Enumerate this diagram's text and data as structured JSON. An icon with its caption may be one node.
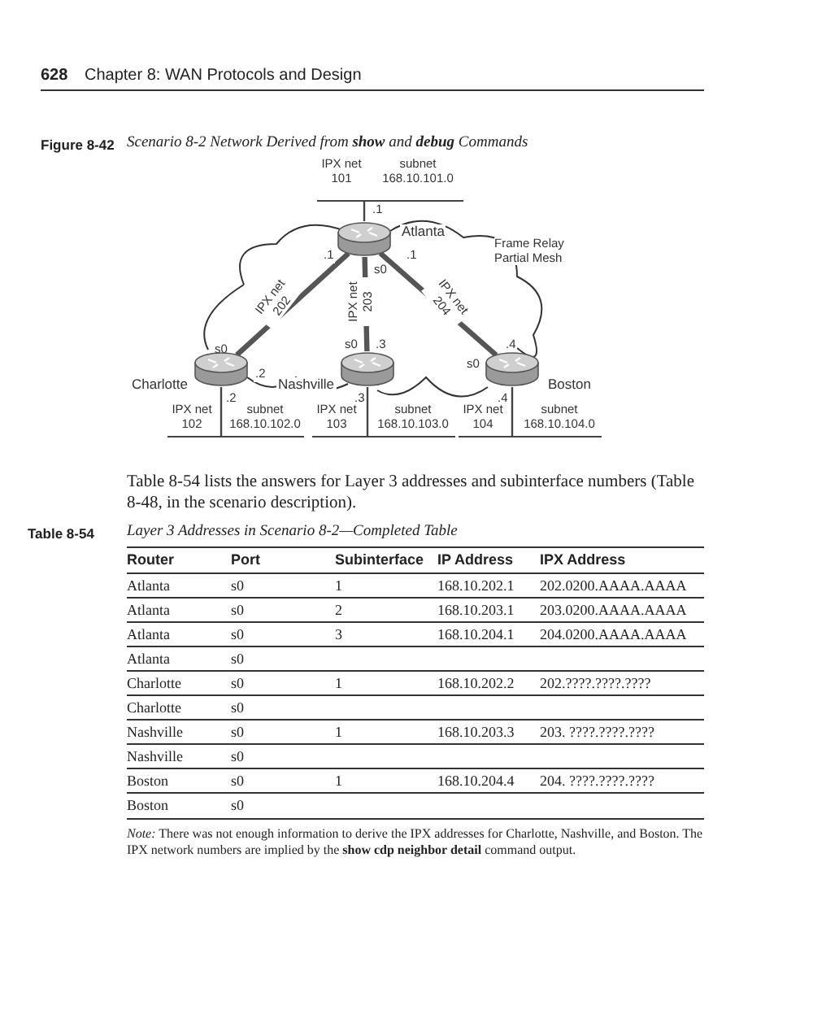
{
  "diagram": {
    "nodes": [
      {
        "text": [
          "IPX net 101",
          "subnet 168.10.101.0"
        ]
      },
      {
        "text": [
          "Atlanta"
        ]
      },
      {
        "text": [
          "Charlotte"
        ]
      },
      {
        "text": [
          "Nashville"
        ]
      },
      {
        "text": [
          "Boston"
        ]
      },
      {
        "text": [
          "IPX net 102",
          "subnet 168.10.102.0"
        ]
      },
      {
        "text": [
          "IPX net 103",
          "subnet 168.10.103.0"
        ]
      },
      {
        "text": [
          "IPX net 104",
          "subnet 168.10.104.0"
        ]
      }
    ],
    "edges": [
      {
        "from": 1,
        "to": 0,
        "arrow": "none"
      },
      {
        "from": 1,
        "to": 2,
        "arrow": "none",
        "label": "IPX net 202",
        "style": "thick"
      },
      {
        "from": 1,
        "to": 3,
        "arrow": "none",
        "label": "IPX net 203",
        "style": "thick"
      },
      {
        "from": 1,
        "to": 4,
        "arrow": "none",
        "label": "IPX net 204",
        "style": "thick"
      },
      {
        "from": 2,
        "to": 5,
        "arrow": "none"
      },
      {
        "from": 3,
        "to": 6,
        "arrow": "none"
      },
      {
        "from": 4,
        "to": 7,
        "arrow": "none"
      }
    ],
    "labels": [
      "628",
      "Chapter 8: WAN Protocols and Design",
      "Figure 8-42",
      "Scenario 8-2 Network Derived from **show** and **debug** Commands",
      ".1",
      "Frame Relay Partial Mesh",
      ".1",
      "s0",
      ".1",
      "s0",
      ".2",
      "s0",
      ".3",
      "s0",
      ".4",
      ".2",
      ".3",
      ".4",
      "Table 8-54 lists the answers for Layer 3 addresses and subinterface numbers (Table 8-48, in the scenario description).",
      "Table 8-54",
      "Layer 3 Addresses in Scenario 8-2—Completed Table",
      "Router",
      "Port",
      "Subinterface",
      "IP Address",
      "IPX Address",
      "Atlanta",
      "s0",
      "1",
      "168.10.202.1",
      "202.0200.AAAA.AAAA",
      "Atlanta",
      "s0",
      "2",
      "168.10.203.1",
      "203.0200.AAAA.AAAA",
      "Atlanta",
      "s0",
      "3",
      "168.10.204.1",
      "204.0200.AAAA.AAAA",
      "Atlanta",
      "s0",
      "Charlotte",
      "s0",
      "1",
      "168.10.202.2",
      "202.????.????.????",
      "Charlotte",
      "s0",
      "Nashville",
      "s0",
      "1",
      "168.10.203.3",
      "203. ????.????.????",
      "Nashville",
      "s0",
      "Boston",
      "s0",
      "1",
      "168.10.204.4",
      "204. ????.????.????",
      "Boston",
      "s0",
      "*Note:* There was not enough information to derive the IPX addresses for Charlotte, Nashville, and Boston. The IPX network numbers are implied by the **show cdp neighbor detail** command output."
    ]
  }
}
